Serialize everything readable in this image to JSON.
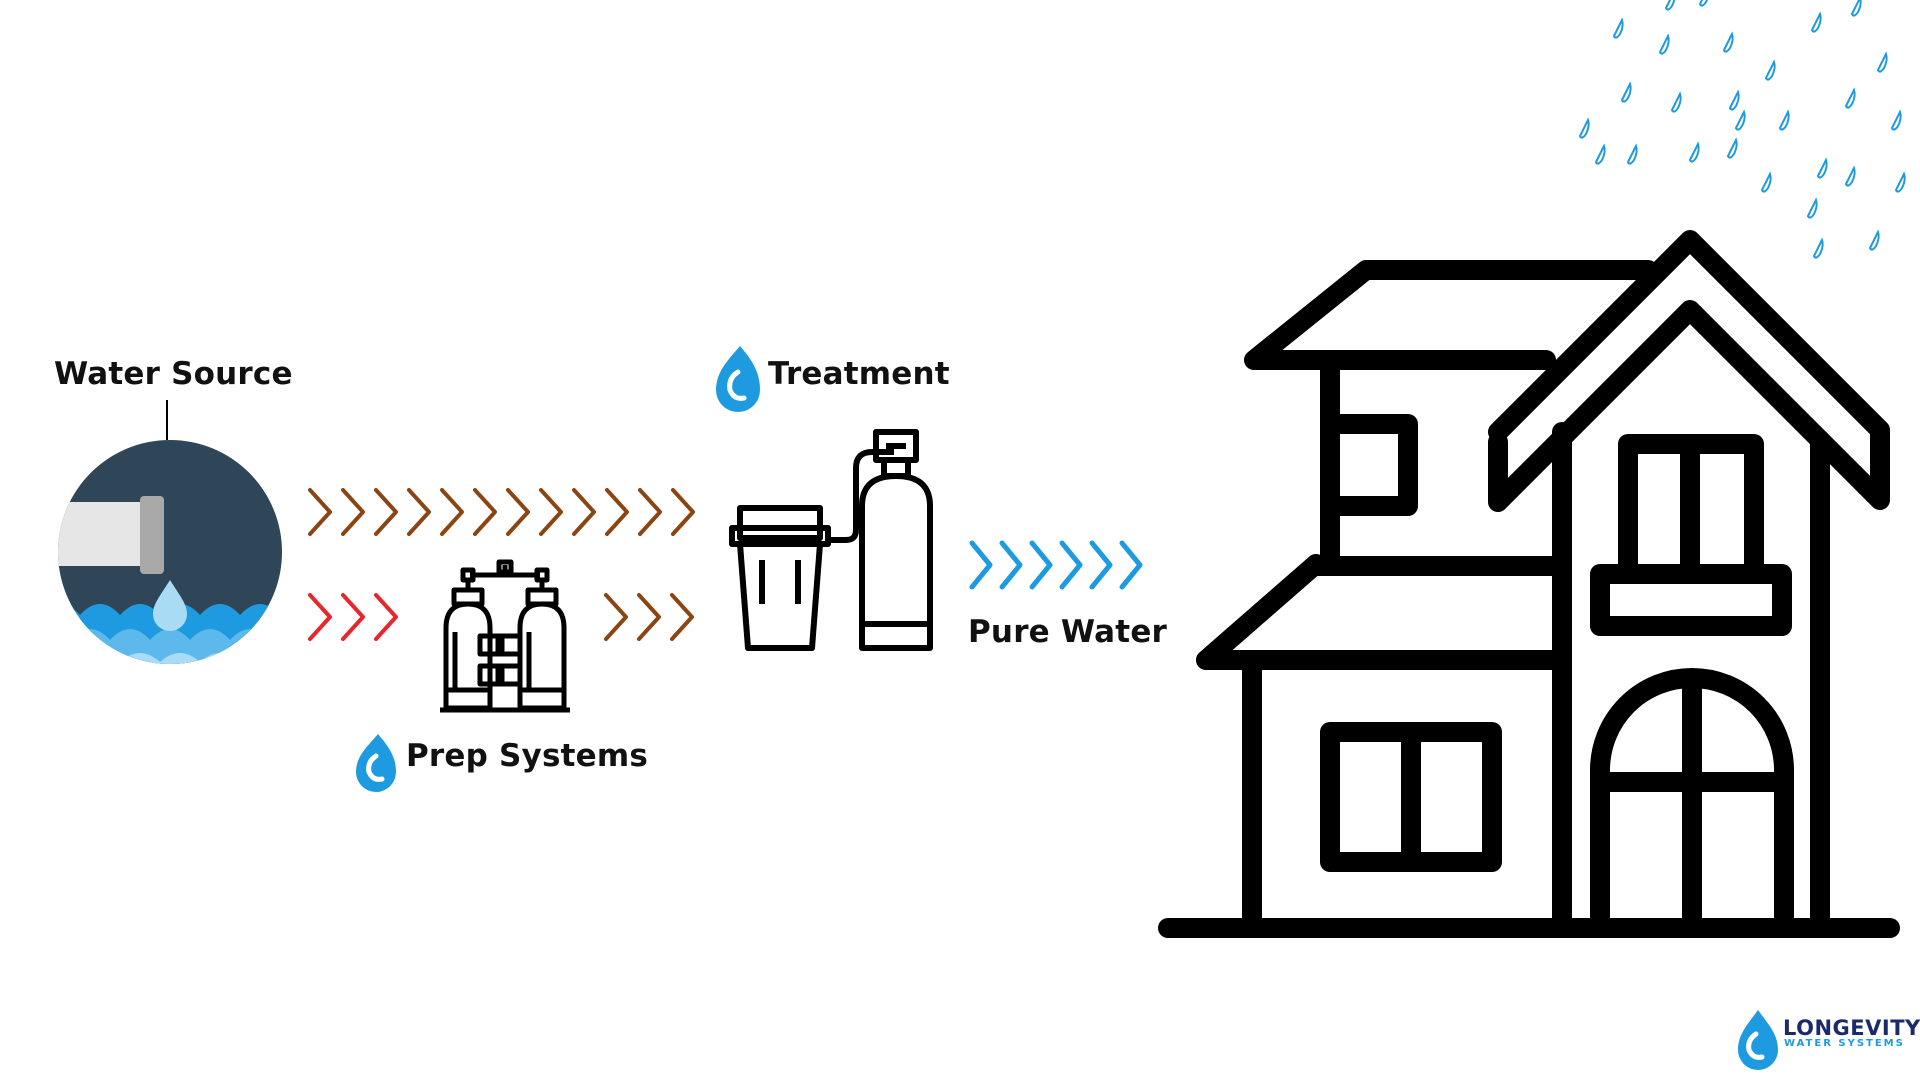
{
  "labels": {
    "water_source": "Water Source",
    "treatment": "Treatment",
    "prep_systems": "Prep Systems",
    "pure_water": "Pure Water"
  },
  "logo": {
    "name": "LONGEVITY",
    "tagline": "WATER SYSTEMS"
  },
  "colors": {
    "brown_arrows": "#8B4513",
    "red_arrows": "#E8262C",
    "blue_arrows": "#1E9BE0",
    "drop_blue": "#1E9BE0",
    "circle_bg": "#2E4657",
    "outline": "#000000",
    "logo_navy": "#1B2A6B"
  },
  "icons": [
    "water-drop-icon",
    "pipe-icon",
    "water-filter-icon",
    "water-softener-tanks-icon",
    "house-icon",
    "rain-icon",
    "chevron-right-icon"
  ]
}
